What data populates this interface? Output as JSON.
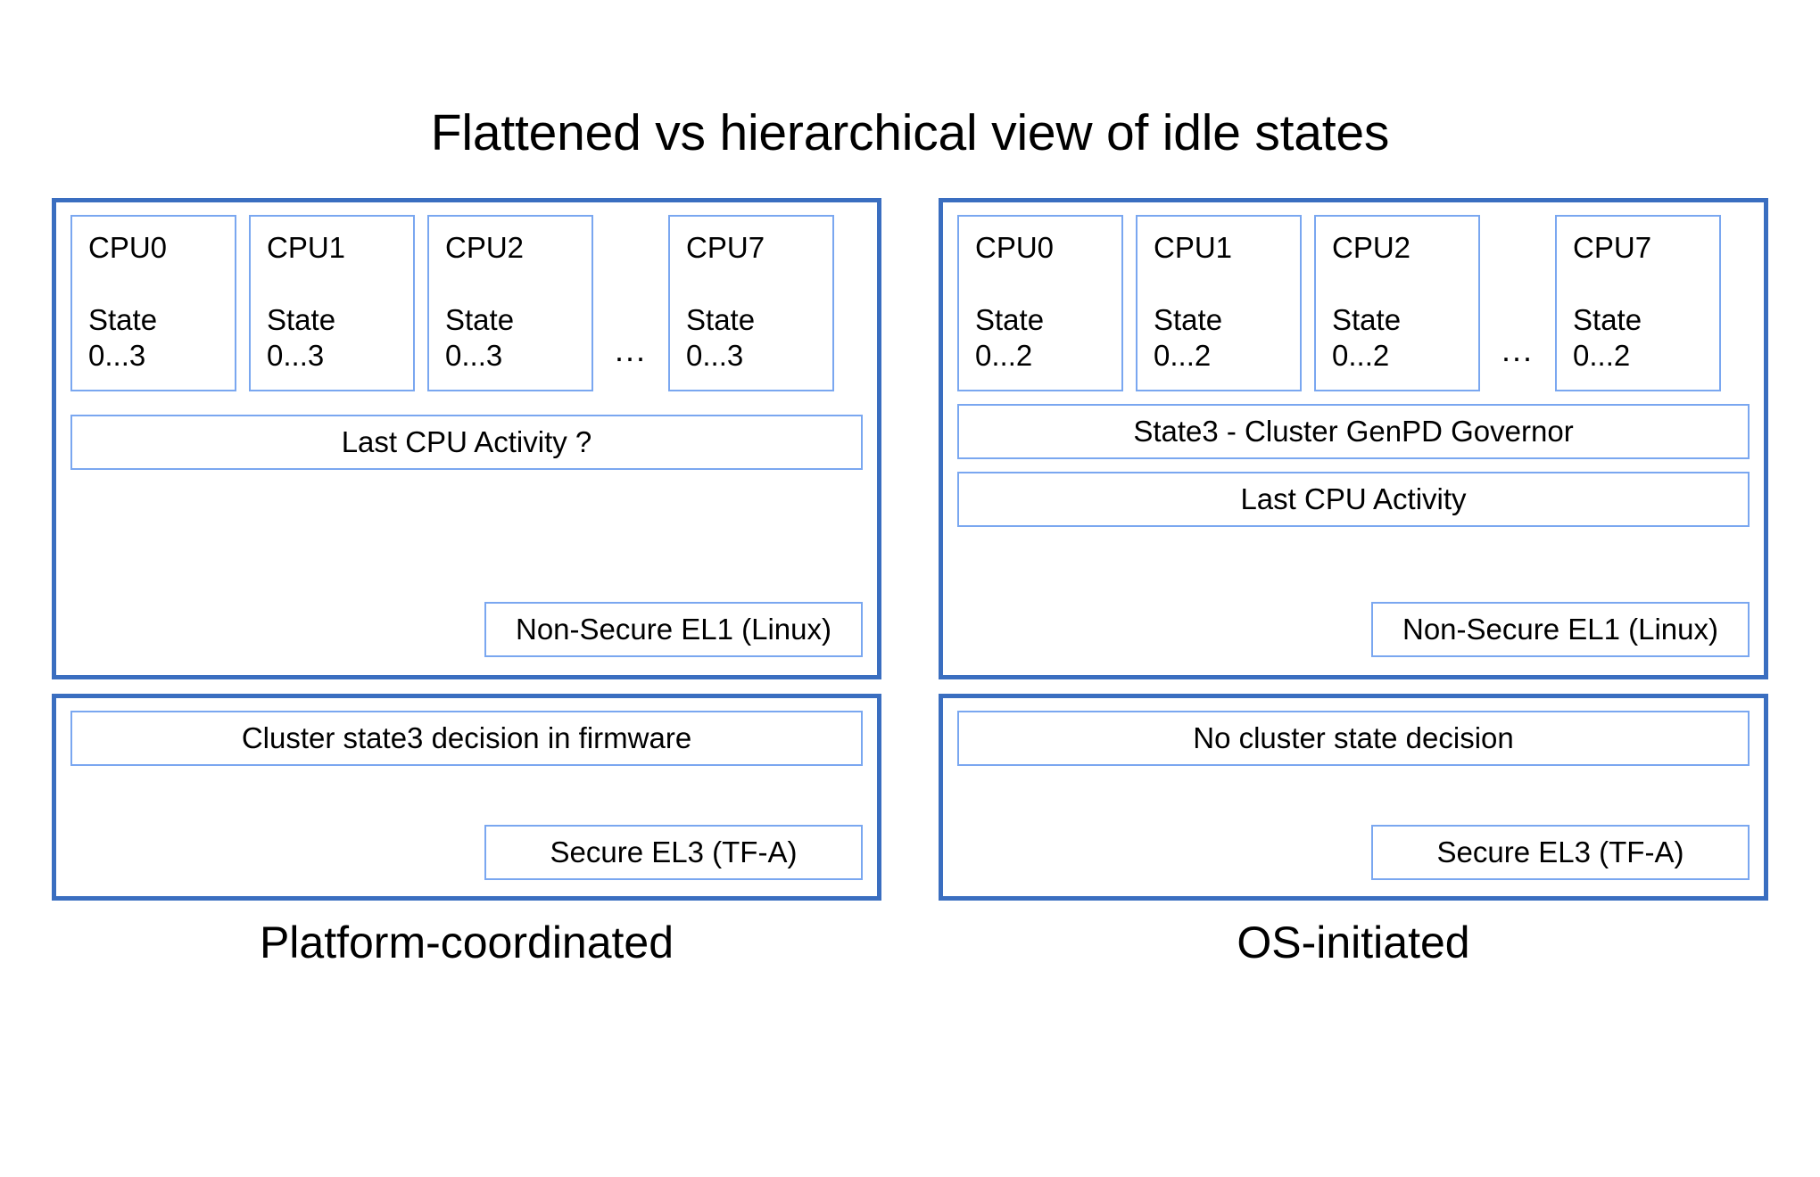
{
  "slide": {
    "title": "Flattened vs hierarchical view of idle states",
    "background_color": "#ffffff",
    "panel_border_color": "#3a6ec0",
    "box_border_color": "#7aa7f0",
    "text_color": "#000000"
  },
  "columns": [
    {
      "id": "platform-coordinated",
      "caption": "Platform-coordinated",
      "os_panel": {
        "cpus": [
          {
            "name": "CPU0",
            "state": "State\n0...3"
          },
          {
            "name": "CPU1",
            "state": "State\n0...3"
          },
          {
            "name": "CPU2",
            "state": "State\n0...3"
          },
          {
            "name": "CPU7",
            "state": "State\n0...3"
          }
        ],
        "cpu_ellipsis": "...",
        "bars": [
          {
            "label": "Last CPU Activity ?"
          }
        ],
        "level_label": "Non-Secure EL1 (Linux)"
      },
      "fw_panel": {
        "bars": [
          {
            "label": "Cluster state3 decision in firmware"
          }
        ],
        "level_label": "Secure EL3 (TF-A)"
      }
    },
    {
      "id": "os-initiated",
      "caption": "OS-initiated",
      "os_panel": {
        "cpus": [
          {
            "name": "CPU0",
            "state": "State\n0...2"
          },
          {
            "name": "CPU1",
            "state": "State\n0...2"
          },
          {
            "name": "CPU2",
            "state": "State\n0...2"
          },
          {
            "name": "CPU7",
            "state": "State\n0...2"
          }
        ],
        "cpu_ellipsis": "...",
        "bars": [
          {
            "label": "State3 - Cluster GenPD Governor"
          },
          {
            "label": "Last CPU Activity"
          }
        ],
        "level_label": "Non-Secure EL1 (Linux)"
      },
      "fw_panel": {
        "bars": [
          {
            "label": "No cluster state decision"
          }
        ],
        "level_label": "Secure EL3 (TF-A)"
      }
    }
  ]
}
